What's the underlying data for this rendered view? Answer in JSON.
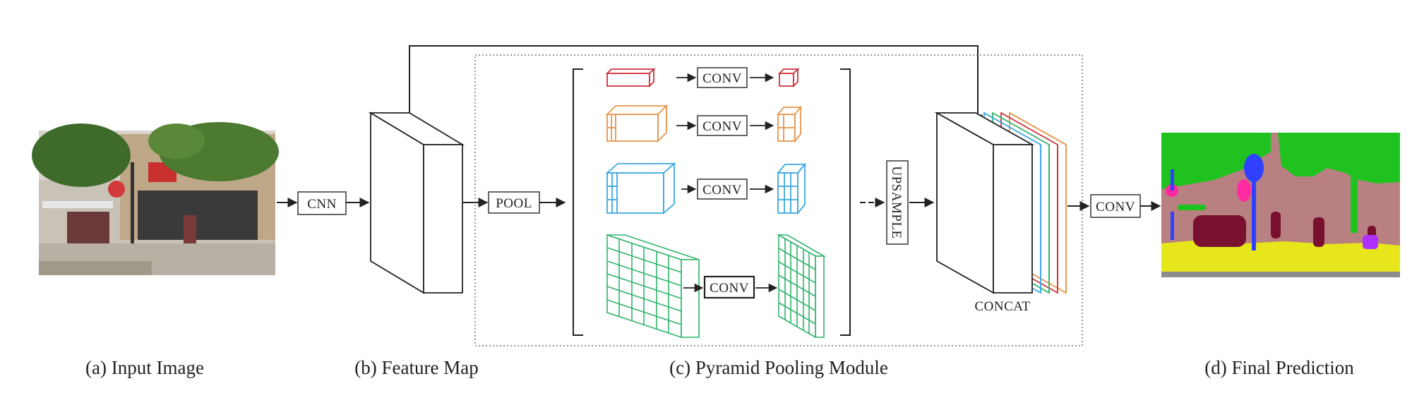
{
  "labels": {
    "cnn": "CNN",
    "pool": "POOL",
    "conv_1": "CONV",
    "conv_2": "CONV",
    "conv_3": "CONV",
    "conv_4": "CONV",
    "upsample": "UPSAMPLE",
    "concat": "CONCAT",
    "conv_final": "CONV"
  },
  "captions": {
    "input": "(a) Input Image",
    "feature": "(b) Feature Map",
    "ppm": "(c) Pyramid Pooling Module",
    "final": "(d) Final Prediction"
  },
  "colors": {
    "level1": "#d0303a",
    "level2": "#e8944a",
    "level3": "#3aa8e0",
    "level4": "#2fb36a",
    "seg_tree": "#1fc21f",
    "seg_sky": "#b88080",
    "seg_road": "#e6e61a",
    "seg_person": "#7a1030",
    "seg_pole": "#3040ff",
    "seg_sign": "#ff2aa0",
    "seg_car": "#b030ff"
  }
}
